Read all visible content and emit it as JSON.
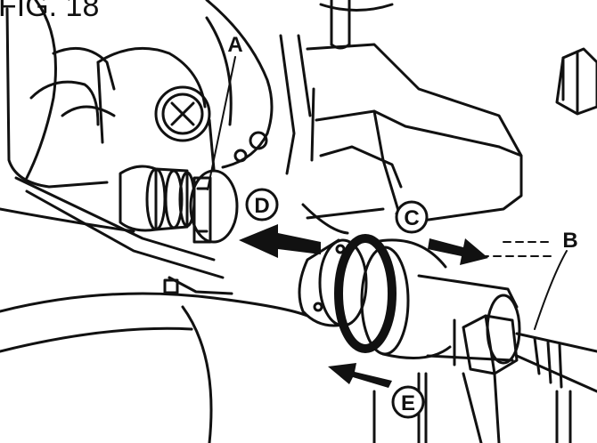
{
  "figure": {
    "title": "FIG. 18"
  },
  "labels": {
    "a": "A",
    "b": "B",
    "c": "C",
    "d": "D",
    "e": "E"
  },
  "colors": {
    "ink": "#111111",
    "paper": "#ffffff"
  }
}
